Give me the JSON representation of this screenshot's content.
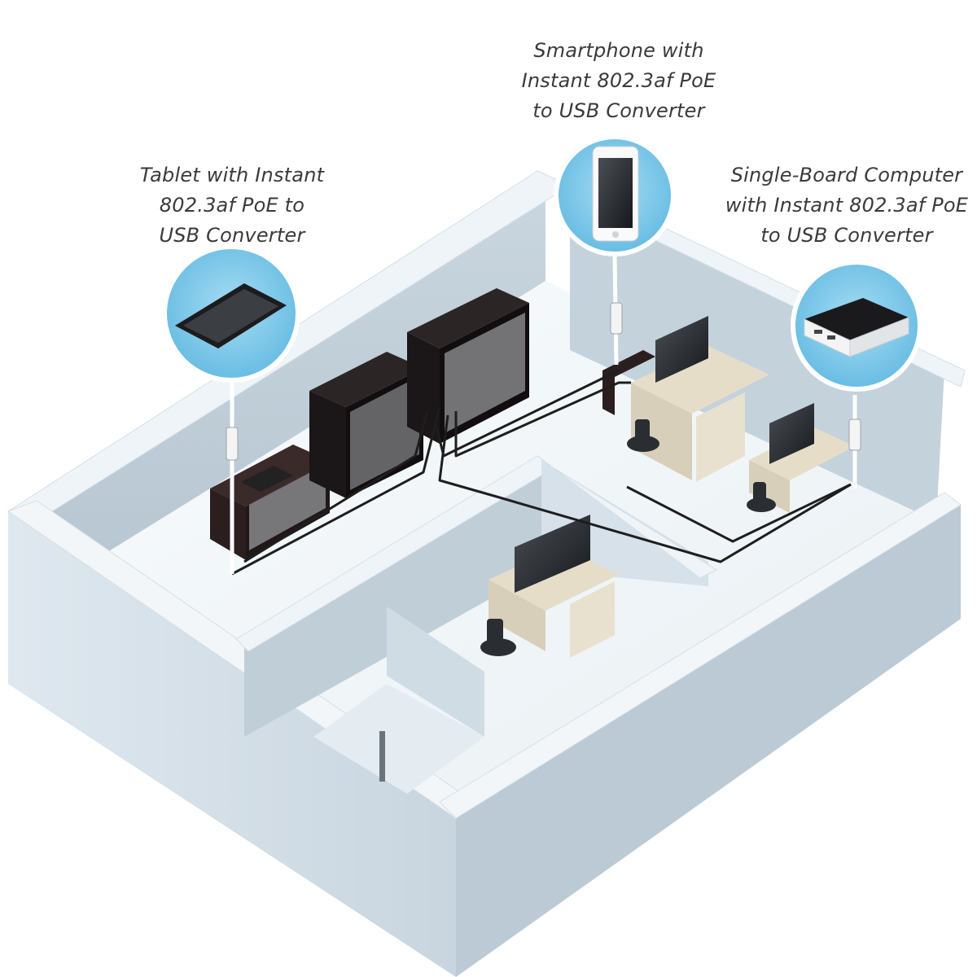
{
  "callouts": {
    "tablet": {
      "lines": [
        "Tablet with Instant",
        "802.3af PoE to",
        "USB Converter"
      ]
    },
    "smartphone": {
      "lines": [
        "Smartphone with",
        "Instant 802.3af PoE",
        "to USB Converter"
      ]
    },
    "single_board_computer": {
      "lines": [
        "Single-Board Computer",
        "with Instant 802.3af PoE",
        "to USB Converter"
      ]
    }
  },
  "colors": {
    "wall_top": "#eef4f8",
    "wall_inner": "#c3d0da",
    "wall_outer": "#d4e0ea",
    "floor": "#f5f8fa",
    "callout_ring": "#ffffff",
    "callout_fill": "#7fc9ea",
    "cable": "#1e1e1e",
    "poe_cable": "#ffffff",
    "cabinet": "#1b1617",
    "desk": "#e6ddc9",
    "label_text": "#3a3a3a"
  }
}
